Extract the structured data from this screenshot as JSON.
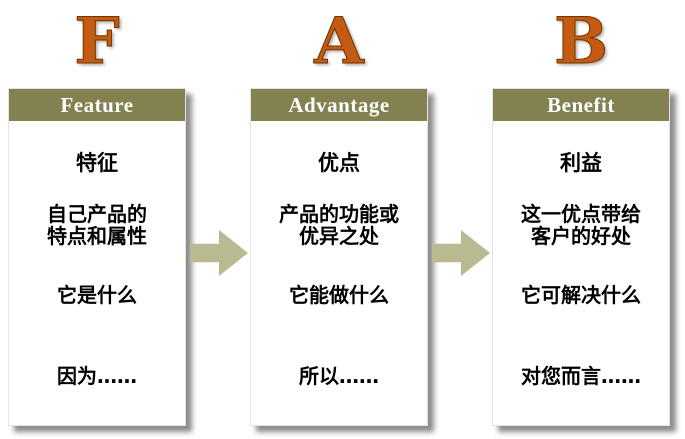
{
  "colors": {
    "letter_color": "#C55A11",
    "header_bg": "#82814F",
    "header_text": "#FFFFFF",
    "arrow_color": "#B9B992"
  },
  "columns": [
    {
      "letter": "F",
      "header": "Feature",
      "term": "特征",
      "desc_line1": "自己产品的",
      "desc_line2": "特点和属性",
      "question": "它是什么",
      "phrase": "因为……"
    },
    {
      "letter": "A",
      "header": "Advantage",
      "term": "优点",
      "desc_line1": "产品的功能或",
      "desc_line2": "优异之处",
      "question": "它能做什么",
      "phrase": "所以……"
    },
    {
      "letter": "B",
      "header": "Benefit",
      "term": "利益",
      "desc_line1": "这一优点带给",
      "desc_line2": "客户的好处",
      "question": "它可解决什么",
      "phrase": "对您而言……"
    }
  ],
  "arrows": [
    {
      "icon": "right-arrow-icon"
    },
    {
      "icon": "right-arrow-icon"
    }
  ]
}
